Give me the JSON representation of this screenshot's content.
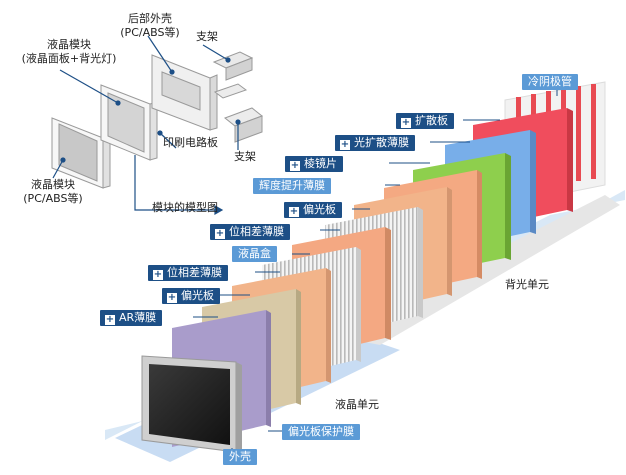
{
  "title": "模块的模型图",
  "top_labels": {
    "lcm_module": "液晶模块",
    "lcm_module_sub": "(液晶面板+背光灯)",
    "rear_case": "后部外壳",
    "rear_case_sub": "(PC/ABS等)",
    "stand_top": "支架",
    "pcb": "印刷电路板",
    "stand_bottom": "支架",
    "lcm_module_2": "液晶模块",
    "lcm_module_2_sub": "(PC/ABS等)"
  },
  "layers": [
    {
      "label": "冷阴极管",
      "has_plus": false,
      "style": "light"
    },
    {
      "label": "扩散板",
      "has_plus": true,
      "style": "dark"
    },
    {
      "label": "光扩散薄膜",
      "has_plus": true,
      "style": "dark"
    },
    {
      "label": "棱镜片",
      "has_plus": true,
      "style": "dark"
    },
    {
      "label": "辉度提升薄膜",
      "has_plus": false,
      "style": "light"
    },
    {
      "label": "偏光板",
      "has_plus": true,
      "style": "dark"
    },
    {
      "label": "位相差薄膜",
      "has_plus": true,
      "style": "dark"
    },
    {
      "label": "液晶盒",
      "has_plus": false,
      "style": "light"
    },
    {
      "label": "位相差薄膜",
      "has_plus": true,
      "style": "dark"
    },
    {
      "label": "偏光板",
      "has_plus": true,
      "style": "dark"
    },
    {
      "label": "AR薄膜",
      "has_plus": true,
      "style": "dark"
    },
    {
      "label": "偏光板保护膜",
      "has_plus": false,
      "style": "light"
    },
    {
      "label": "外壳",
      "has_plus": false,
      "style": "light"
    }
  ],
  "units": {
    "backlight": "背光单元",
    "lcd": "液晶单元"
  },
  "colors": {
    "label_dark": "#1d4f86",
    "label_light": "#5b9ad6",
    "cold_cathode": "#e84a52",
    "diffuser": "#f04d5d",
    "diffusion_film": "#78aee9",
    "prism": "#8ecf4d",
    "bef": "#f4a982",
    "polarizer": "#f2b48a",
    "retarder": "#e7e7e7",
    "lc_cell": "#f4a882",
    "ar_film": "#d8c9a6",
    "protect_film": "#a99ccb",
    "base_shadow": "#cfe1f4"
  }
}
